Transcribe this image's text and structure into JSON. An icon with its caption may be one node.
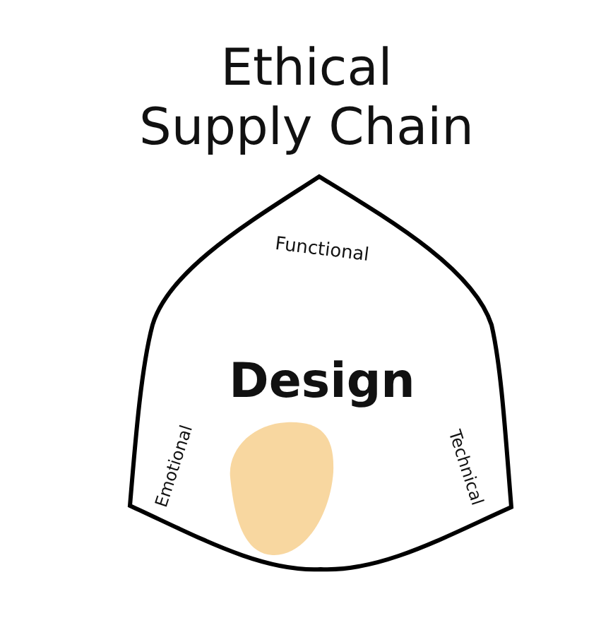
{
  "diagram": {
    "title": "Ethical Supply Chain",
    "nodes": [
      {
        "text": [
          "Functional",
          "Design",
          "Emotional",
          "Technical"
        ]
      },
      {
        "text": [],
        "shape": "blob",
        "in": 0
      }
    ]
  }
}
